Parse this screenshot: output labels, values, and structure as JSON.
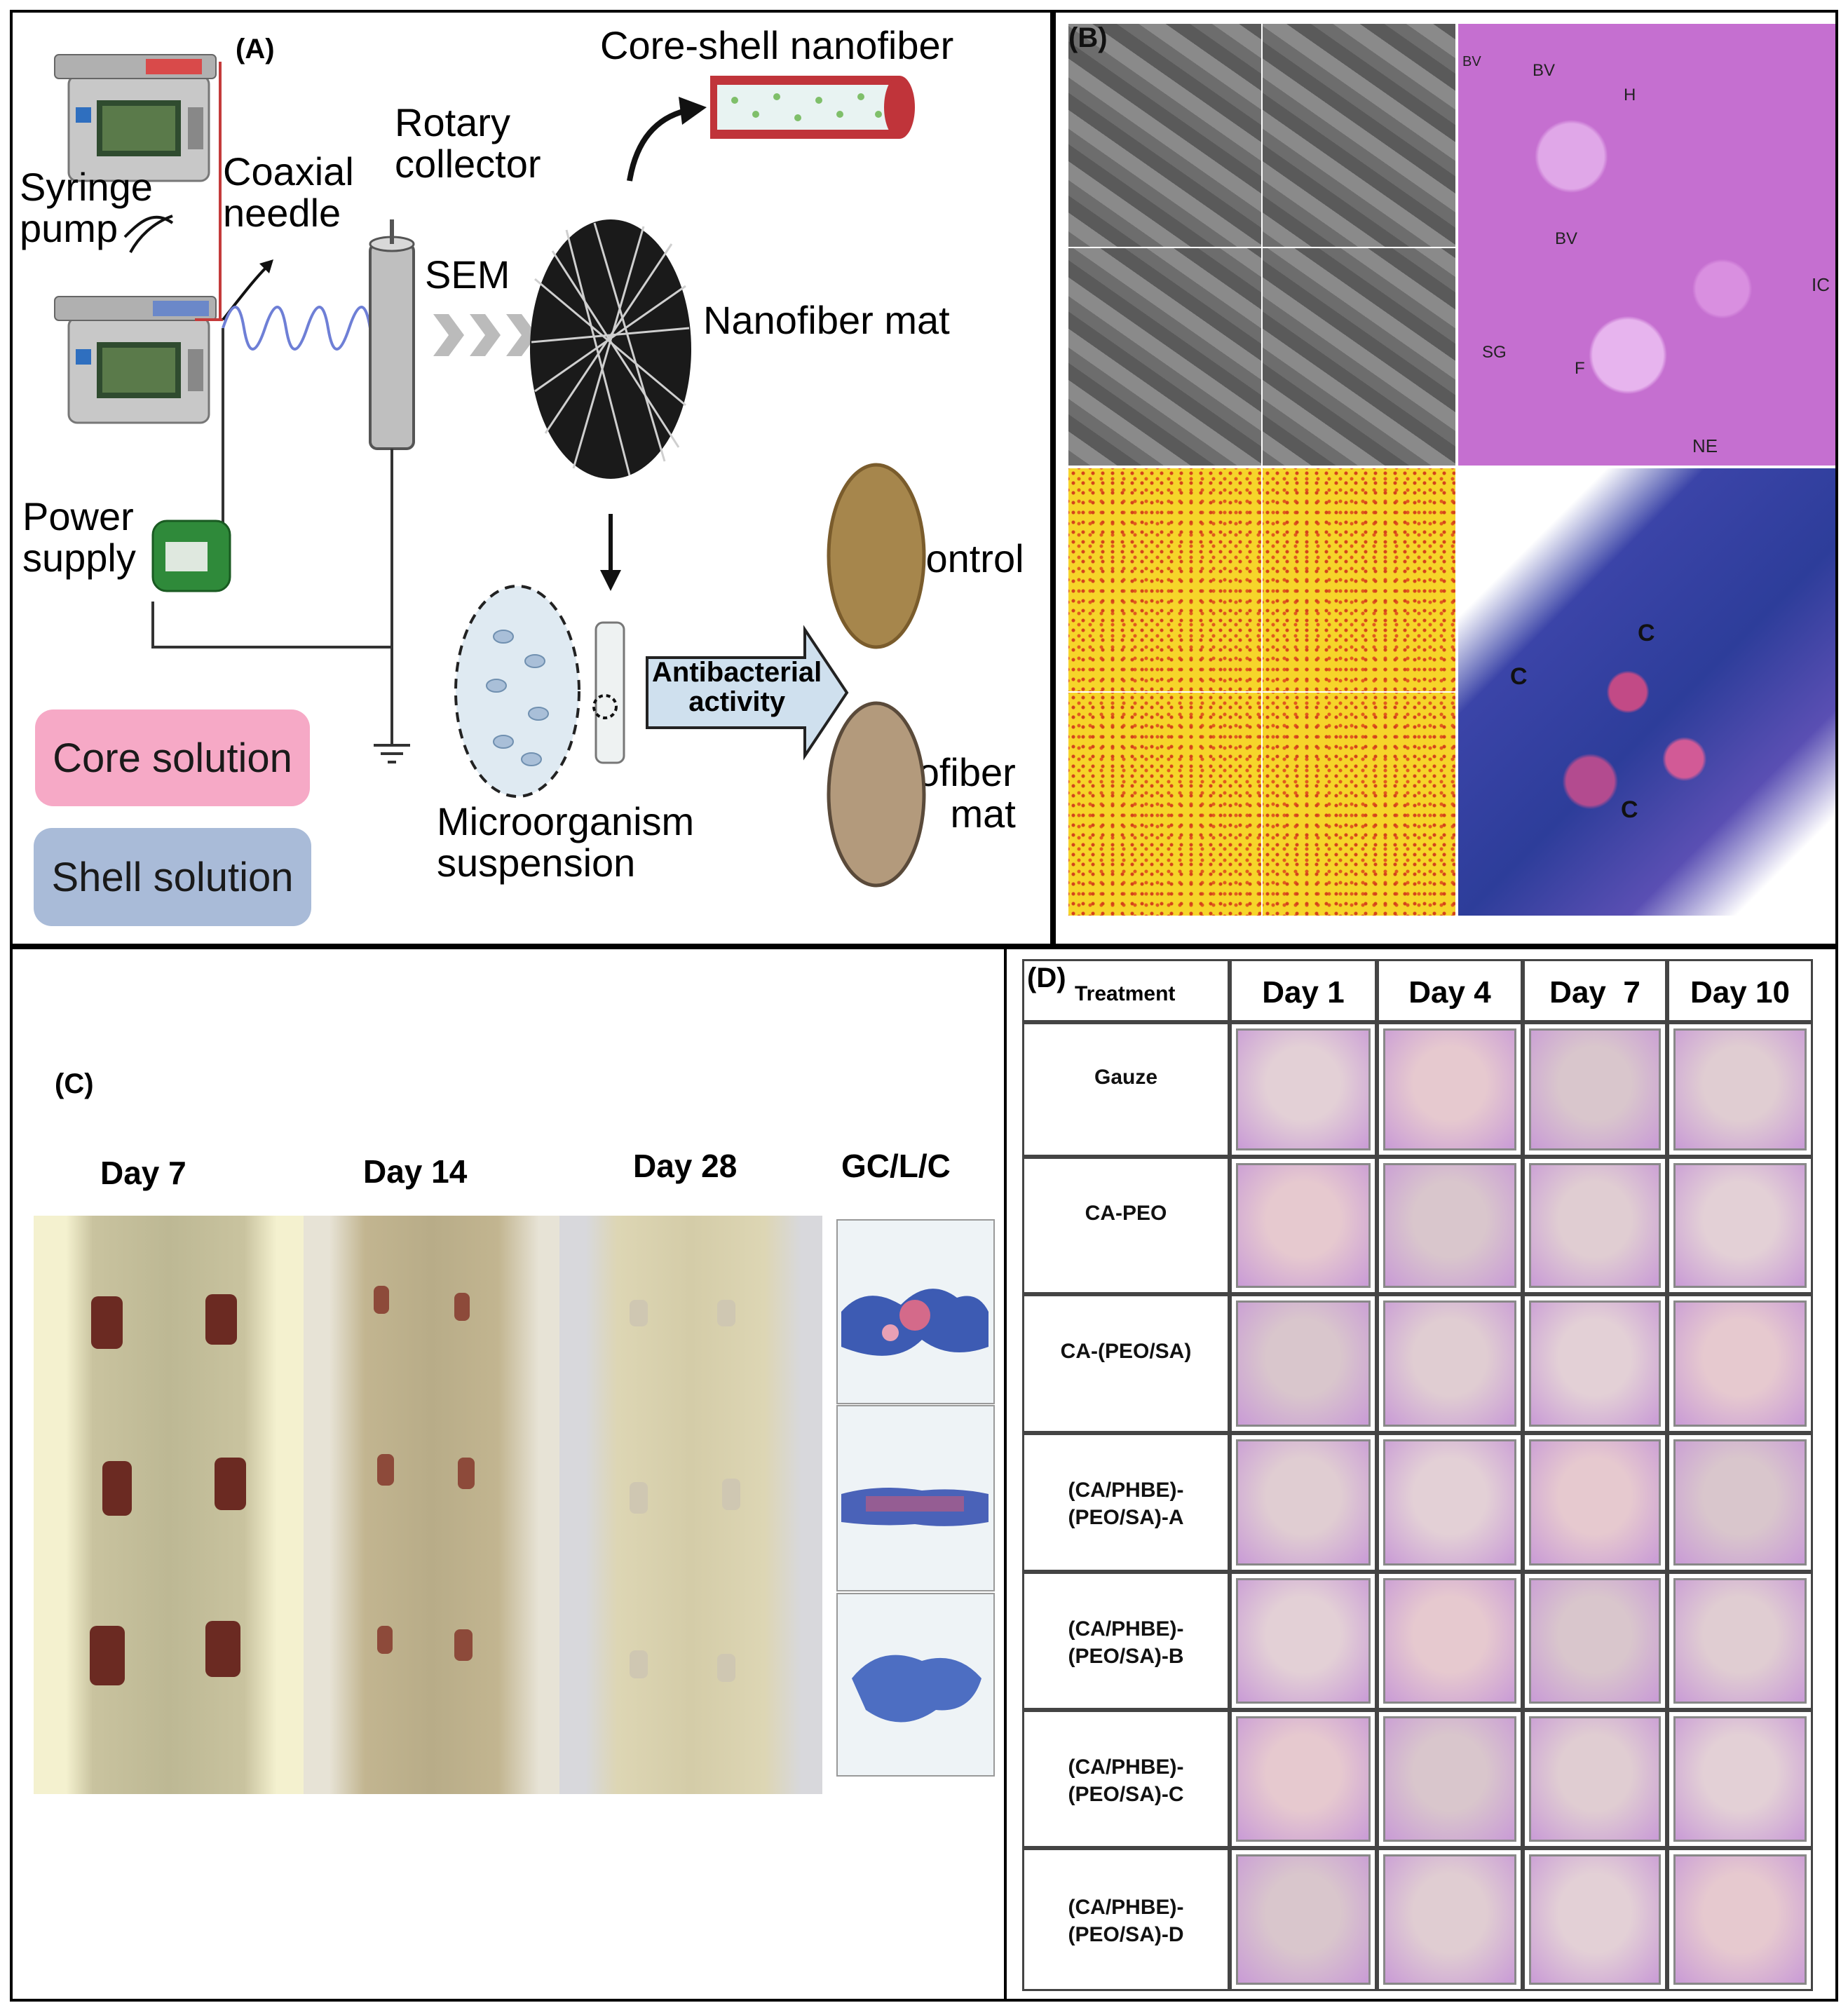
{
  "panel_a": {
    "letter": "(A)",
    "syringe_pump": "Syringe\npump",
    "coaxial_needle": "Coaxial\nneedle",
    "rotary_collector": "Rotary\ncollector",
    "core_shell": "Core-shell nanofiber",
    "sem": "SEM",
    "nanofiber_mat": "Nanofiber mat",
    "power_supply": "Power\nsupply",
    "control": "Control",
    "antibacterial": "Antibacterial\nactivity",
    "nanofiber_mat_plate": "Nanofiber\nmat",
    "microorganism": "Microorganism\nsuspension",
    "core_solution": "Core solution",
    "shell_solution": "Shell solution",
    "colors": {
      "core_pill": "#f6a9c6",
      "shell_pill": "#a9bbd8"
    }
  },
  "panel_b": {
    "letter": "(B)",
    "he_labels": [
      "BV",
      "BV",
      "H",
      "BV",
      "SG",
      "F",
      "IC",
      "NE"
    ],
    "mt_labels": [
      "C",
      "C",
      "C"
    ]
  },
  "panel_c": {
    "letter": "(C)",
    "days": [
      "Day 7",
      "Day 14",
      "Day 28"
    ],
    "hist_title": "GC/L/C"
  },
  "panel_d": {
    "letter": "(D)",
    "treatment_header": "Treatment",
    "days": [
      "Day 1",
      "Day 4",
      "Day  7",
      "Day 10"
    ],
    "rows": [
      "Gauze",
      "CA-PEO",
      "CA-(PEO/SA)",
      "(CA/PHBE)-\n(PEO/SA)-A",
      "(CA/PHBE)-\n(PEO/SA)-B",
      "(CA/PHBE)-\n(PEO/SA)-C",
      "(CA/PHBE)-\n(PEO/SA)-D"
    ]
  }
}
